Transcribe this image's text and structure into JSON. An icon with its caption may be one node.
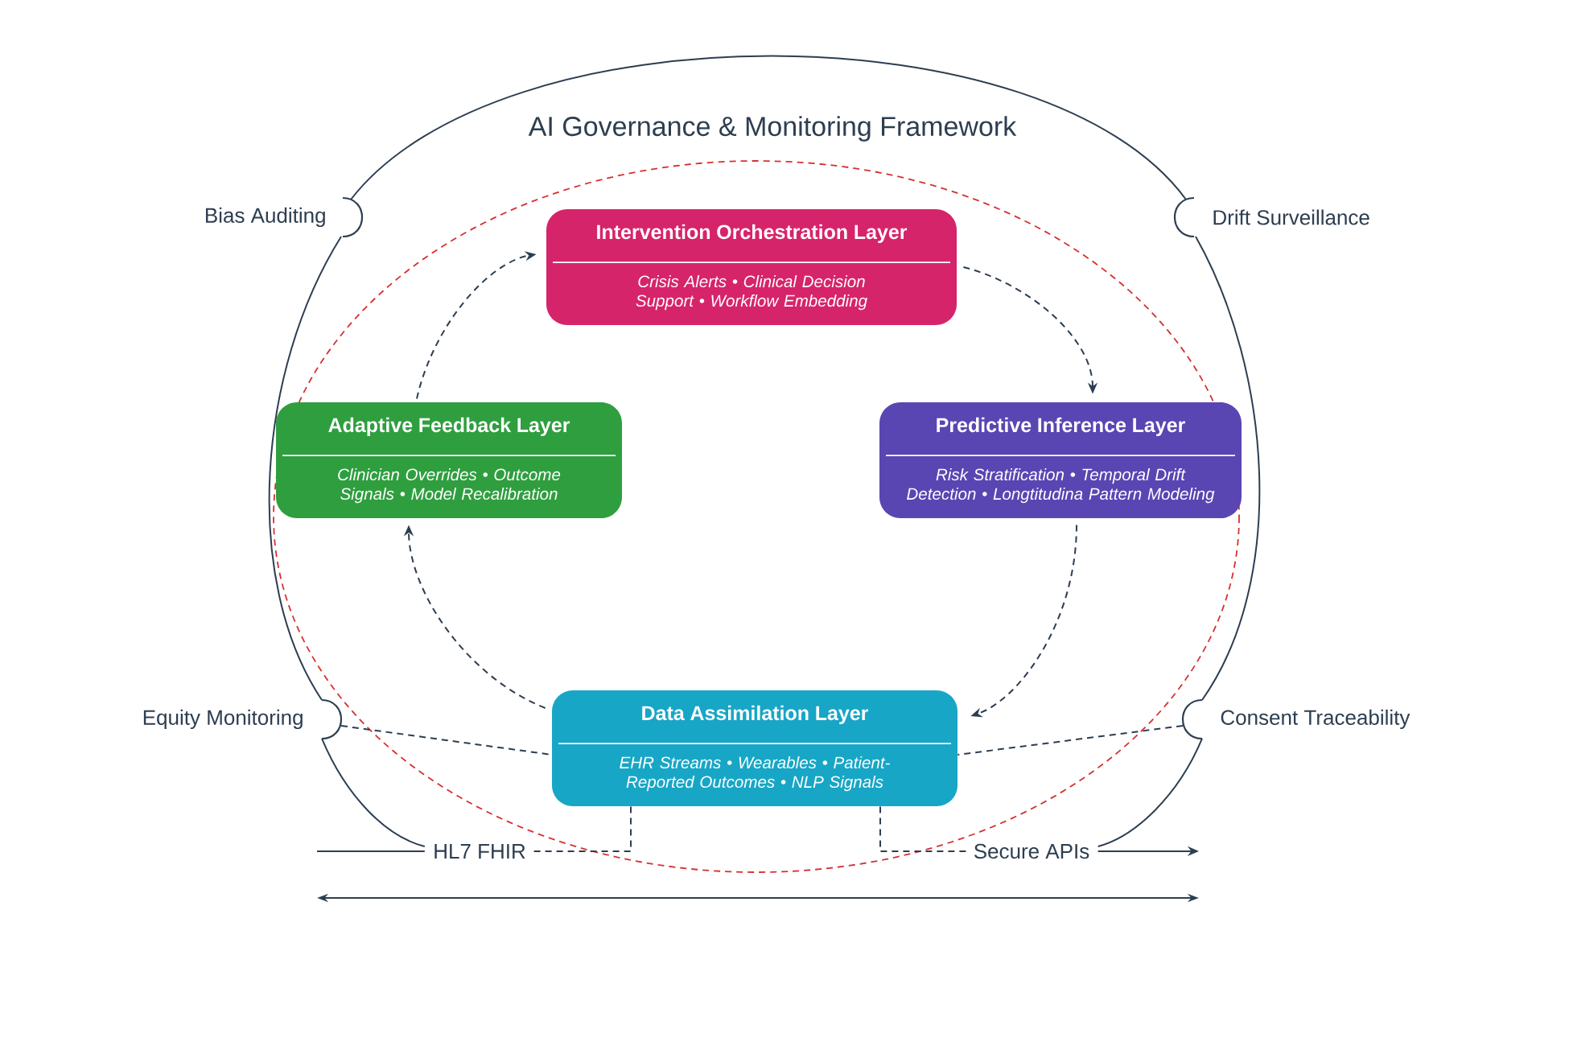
{
  "diagram": {
    "title": "AI Governance & Monitoring Framework",
    "nodes": [
      {
        "text": [
          "Intervention Orchestration Layer",
          "Crisis Alerts • Clinical Decision Support • Workflow Embedding"
        ]
      },
      {
        "text": [
          "Predictive Inference Layer",
          "Risk Stratification • Temporal Drift Detection • Longtitudina Pattern Modeling"
        ]
      },
      {
        "text": [
          "Data Assimilation Layer",
          "EHR Streams • Wearables • Patient-Reported Outcomes • NLP Signals"
        ]
      },
      {
        "text": [
          "Adaptive Feedback Layer",
          "Clinician Overrides • Outcome Signals • Model Recalibration"
        ]
      },
      {
        "text": [
          "Bias Auditing"
        ]
      },
      {
        "text": [
          "Drift Surveillance"
        ]
      },
      {
        "text": [
          "Equity Monitoring"
        ]
      },
      {
        "text": [
          "Consent Traceability"
        ]
      },
      {
        "text": [
          "HL7 FHIR"
        ]
      },
      {
        "text": [
          "Secure APIs"
        ]
      }
    ],
    "edges": [
      {
        "from": 3,
        "to": 0,
        "arrow": "to",
        "style": "dashed"
      },
      {
        "from": 0,
        "to": 1,
        "arrow": "to",
        "style": "dashed"
      },
      {
        "from": 1,
        "to": 2,
        "arrow": "to",
        "style": "dashed"
      },
      {
        "from": 2,
        "to": 3,
        "arrow": "to",
        "style": "dashed"
      },
      {
        "from": 4,
        "to": 5,
        "arrow": "none"
      },
      {
        "from": 4,
        "to": 6,
        "arrow": "none"
      },
      {
        "from": 5,
        "to": 7,
        "arrow": "none"
      },
      {
        "from": 6,
        "to": 8,
        "arrow": "none"
      },
      {
        "from": 7,
        "to": 9,
        "arrow": "none"
      },
      {
        "from": 6,
        "to": 2,
        "arrow": "none",
        "style": "dashed"
      },
      {
        "from": 7,
        "to": 2,
        "arrow": "none",
        "style": "dashed"
      },
      {
        "from": 2,
        "to": 8,
        "arrow": "none",
        "style": "dashed"
      },
      {
        "from": 2,
        "to": 9,
        "arrow": "none",
        "style": "dashed"
      },
      {
        "from": 9,
        "to": null,
        "arrow": "to"
      },
      {
        "from": null,
        "to": 8,
        "arrow": "none"
      }
    ]
  }
}
